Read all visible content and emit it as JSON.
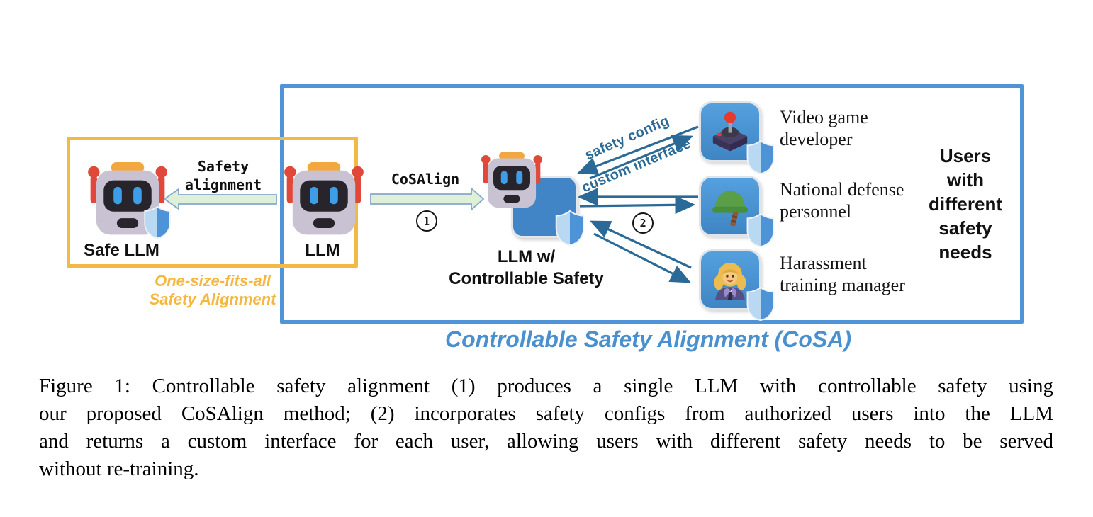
{
  "figure": {
    "one_size_fits_all": {
      "safe_llm_label": "Safe LLM",
      "llm_label": "LLM",
      "arrow_label": "Safety\nalignment",
      "box_note": "One-size-fits-all\nSafety Alignment",
      "box_color": "#f2ba45"
    },
    "cosa": {
      "method_arrow_label": "CoSAlign",
      "step1": "1",
      "step2": "2",
      "model_label": "LLM w/\nControllable Safety",
      "to_llm_arrow_label": "safety config",
      "to_user_arrow_label": "custom interface",
      "users_note": "Users\nwith\ndifferent\nsafety\nneeds",
      "users": [
        {
          "icon": "joystick-icon",
          "label": "Video game\ndeveloper"
        },
        {
          "icon": "military-helmet-icon",
          "label": "National defense\npersonnel"
        },
        {
          "icon": "office-worker-icon",
          "label": "Harassment\ntraining manager"
        }
      ],
      "box_title": "Controllable Safety Alignment (CoSA)",
      "box_color": "#4f94d6",
      "arrow_color": "#2b6a96",
      "title_color": "#4a90ce"
    },
    "green_arrow_color": "#dff0d8"
  },
  "caption": {
    "lines": [
      "Figure 1: Controllable safety alignment (1) produces a single LLM with controllable safety using",
      "our proposed CoSAlign method; (2) incorporates safety configs from authorized users into the LLM",
      "and returns a custom interface for each user, allowing users with different safety needs to be served",
      "without re-training."
    ]
  }
}
